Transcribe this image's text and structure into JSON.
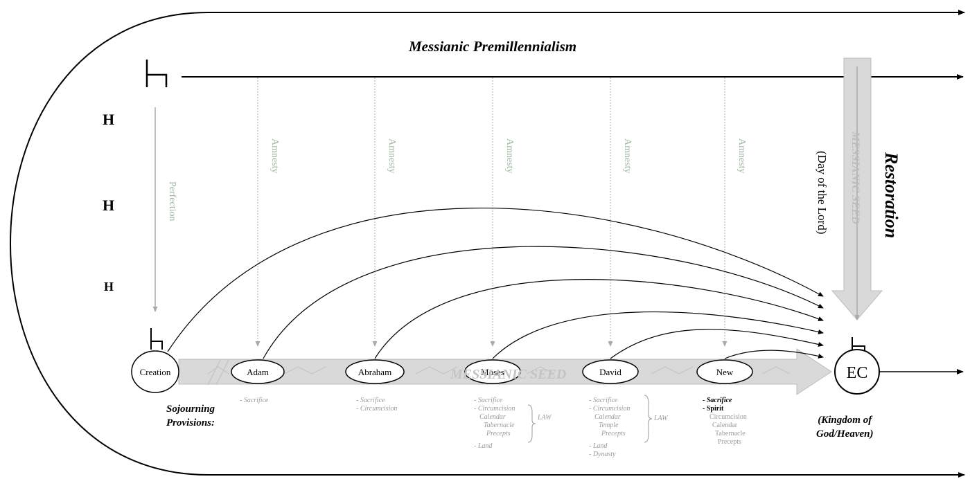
{
  "title": "Messianic Premillennialism",
  "h_markers": [
    "H",
    "H",
    "H"
  ],
  "perfection_label": "Perfection",
  "amnesty_label": "Amnesty",
  "covenants": [
    "Creation",
    "Adam",
    "Abraham",
    "Moses",
    "David",
    "New"
  ],
  "end_node": "EC",
  "band_text": "MESSIANIC SEED",
  "vertical_band_text": "MESSIANIC SEED",
  "day_of_lord": "(Day of the Lord)",
  "restoration": "Restoration",
  "kingdom": [
    "(Kingdom of",
    "God/Heaven)"
  ],
  "sojourning": [
    "Sojourning",
    "Provisions:"
  ],
  "provisions": {
    "adam": [
      "- Sacrifice"
    ],
    "abraham": [
      "- Sacrifice",
      "- Circumcision"
    ],
    "moses": [
      "- Sacrifice",
      "- Circumcision",
      "Calendar",
      "Tabernacle",
      "Precepts",
      "- Land"
    ],
    "moses_law": "LAW",
    "david": [
      "- Sacrifice",
      "- Circumcision",
      "Calendar",
      "Temple",
      "Precepts",
      "- Land",
      "- Dynasty"
    ],
    "david_law": "LAW",
    "new_bold": [
      "- Sacrifice",
      "- Spirit"
    ],
    "new_faded": [
      "Circumcision",
      "Calendar",
      "Tabernacle",
      "Precepts"
    ]
  },
  "colors": {
    "line": "#000000",
    "band": "#d9d9d9",
    "faded_text": "#9fb59f",
    "gray_text": "#9a9a9a"
  }
}
